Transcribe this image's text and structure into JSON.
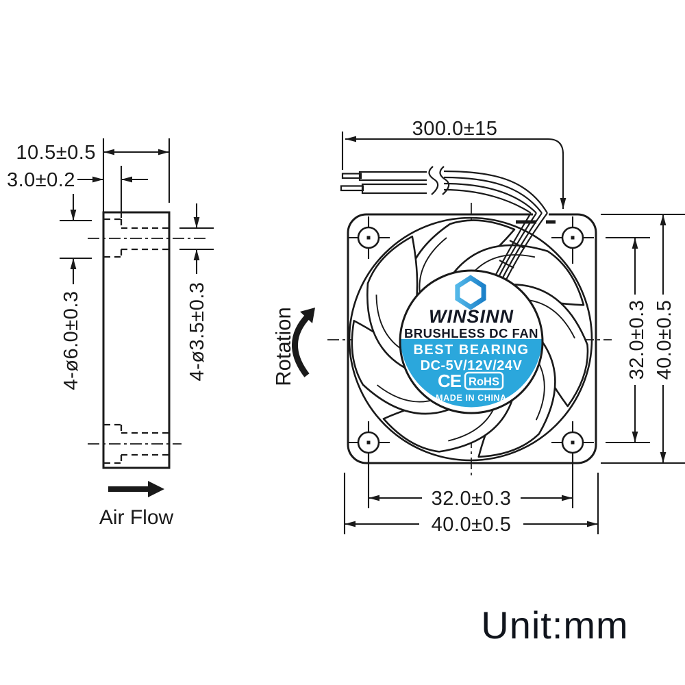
{
  "unit_label": "Unit:mm",
  "side_view": {
    "depth_dim": "10.5±0.5",
    "flange_dim": "3.0±0.2",
    "counterbore_dim": "4-ø6.0±0.3",
    "hole_dim": "4-ø3.5±0.3",
    "airflow_label": "Air Flow"
  },
  "front_view": {
    "rotation_label": "Rotation",
    "wire_length_dim": "300.0±15",
    "hole_pitch_vertical_dim": "32.0±0.3",
    "height_dim": "40.0±0.5",
    "hole_pitch_horizontal_dim": "32.0±0.3",
    "width_dim": "40.0±0.5"
  },
  "hub_label": {
    "brand": "WINSINN",
    "product": "BRUSHLESS DC FAN",
    "feature": "BEST BEARING",
    "voltages": "DC-5V/12V/24V",
    "ce_mark": "CE",
    "rohs": "RoHS",
    "origin": "MADE IN CHINA"
  },
  "colors": {
    "line": "#1a1a1a",
    "text_dark": "#10141c",
    "hub_blue": "#2BA7DC",
    "label_navy": "#141824",
    "logo_blue_light": "#53B7E8",
    "logo_blue_dark": "#1C81C9"
  }
}
